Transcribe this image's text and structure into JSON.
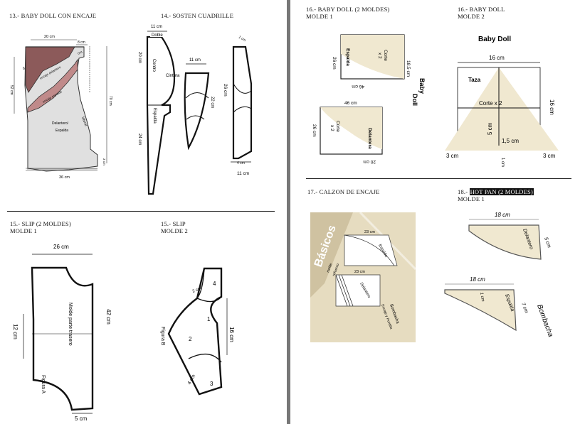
{
  "sections": {
    "s13": {
      "title": "13.- BABY DOLL CON ENCAJE",
      "labels": {
        "w20": "20 cm",
        "w8": "8 cm",
        "h6": "6",
        "h52": "52 cm",
        "h70": "70 cm",
        "w36": "36 cm",
        "h3": "3 cm",
        "encaje1": "encaje delantero",
        "encaje2": "encaje espalda",
        "lateral": "lateral",
        "front": "Delantero/",
        "back": "Espalda",
        "top": "Orq"
      }
    },
    "s14": {
      "title": "14.- SOSTEN CUADRILLE",
      "labels": {
        "w11": "11 cm",
        "doble": "Doble",
        "h20": "20 cm",
        "centro": "Centro",
        "cintura": "Cintura",
        "espalda": "Espalda",
        "h24": "24 cm",
        "w11b": "11 cm",
        "h22": "22 cm",
        "h26": "26 cm",
        "w11c": "11 cm",
        "w1": "1 cm",
        "w4": "4 cm"
      }
    },
    "s15a": {
      "title": "15.- SLIP (2 MOLDES)",
      "subtitle": "MOLDE 1",
      "labels": {
        "w26": "26 cm",
        "h42": "42 cm",
        "h12": "12 cm",
        "mold": "Molde parte trasero",
        "fig": "Figura A",
        "w5": "5 cm"
      }
    },
    "s15b": {
      "title": "15.- SLIP",
      "subtitle": "MOLDE 2",
      "labels": {
        "n4": "4",
        "w2": "2 cm",
        "n1": "1",
        "n2": "2",
        "h16": "16 cm",
        "n3": "3",
        "w4": "4 cm",
        "fig": "Figura B"
      }
    },
    "s16a": {
      "title": "16.- BABY DOLL (2 MOLDES)",
      "subtitle": "MOLDE 1",
      "labels": {
        "h26": "26 cm",
        "esp": "Espalda",
        "corte": "Corte",
        "x2": "x 2",
        "h185": "18.5 cm",
        "w46": "46 cm",
        "brand1": "Baby",
        "brand2": "Doll",
        "w46b": "46 cm",
        "h26b": "26 cm",
        "corte2": "Corte",
        "x2b": "x 2",
        "del": "Delantera",
        "w20": "20 cm"
      }
    },
    "s16b": {
      "title": "16.- BABY DOLL",
      "subtitle": "MOLDE 2",
      "labels": {
        "brand": "Baby Doll",
        "w16": "16 cm",
        "taza": "Taza",
        "corte": "Corte  x 2",
        "h16": "16 cm",
        "h5": "5 cm",
        "w15": "1,5 cm",
        "w3l": "3 cm",
        "w3r": "3 cm",
        "w1": "1 cm"
      }
    },
    "s17": {
      "title": "17.- CALZON DE ENCAJE",
      "labels": {
        "brand": "Básicos",
        "w23": "23 cm",
        "esp": "Espalda",
        "w23b": "23 cm",
        "del": "Delantero",
        "molde": "molde",
        "ref": "refuerzo",
        "bomb": "Bombacha",
        "enc": "Encaje y Puntilla"
      }
    },
    "s18": {
      "title": "HOT PAN (2 MOLDES)",
      "title_prefix": "18.- ",
      "subtitle": "MOLDE 1",
      "labels": {
        "w18a": "18 cm",
        "del": "Delantero",
        "h5": "5 cm",
        "w18b": "18 cm",
        "w1": "1 cm",
        "esp": "Espalda",
        "h7": "7 cm",
        "bomb": "Bombacha"
      }
    }
  }
}
